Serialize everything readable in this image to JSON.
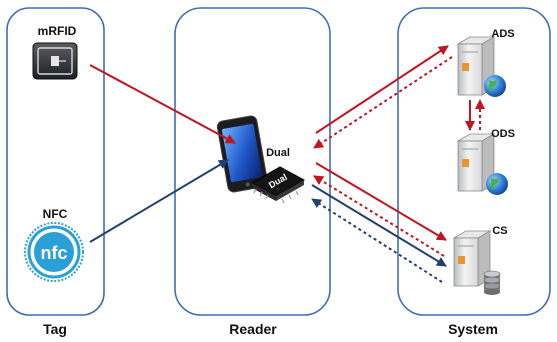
{
  "groups": {
    "tag": "Tag",
    "reader": "Reader",
    "system": "System"
  },
  "nodes": {
    "mrfid": "mRFID",
    "nfc": "NFC",
    "nfc_logo_text": "nfc",
    "dual": "Dual",
    "dual_chip_text": "Dual",
    "ads": "ADS",
    "ods": "ODS",
    "cs": "CS"
  },
  "colors": {
    "panel_border": "#3f6fb3",
    "red_arrow": "#c0141f",
    "navy_arrow": "#22406f",
    "nfc_blue": "#2a9fd8"
  },
  "edges": [
    {
      "from": "mRFID",
      "to": "Dual",
      "color": "red",
      "style": "solid"
    },
    {
      "from": "NFC",
      "to": "Dual",
      "color": "navy",
      "style": "solid"
    },
    {
      "from": "Dual",
      "to": "ADS",
      "color": "red",
      "style": "solid"
    },
    {
      "from": "ADS",
      "to": "Dual",
      "color": "red",
      "style": "dotted"
    },
    {
      "from": "ADS",
      "to": "ODS",
      "color": "red",
      "style": "solid"
    },
    {
      "from": "ODS",
      "to": "ADS",
      "color": "red",
      "style": "dotted"
    },
    {
      "from": "Dual",
      "to": "CS",
      "color": "red",
      "style": "solid"
    },
    {
      "from": "CS",
      "to": "Dual",
      "color": "red",
      "style": "dotted"
    },
    {
      "from": "Dual",
      "to": "CS",
      "color": "navy",
      "style": "solid"
    },
    {
      "from": "CS",
      "to": "Dual",
      "color": "navy",
      "style": "dotted"
    }
  ]
}
